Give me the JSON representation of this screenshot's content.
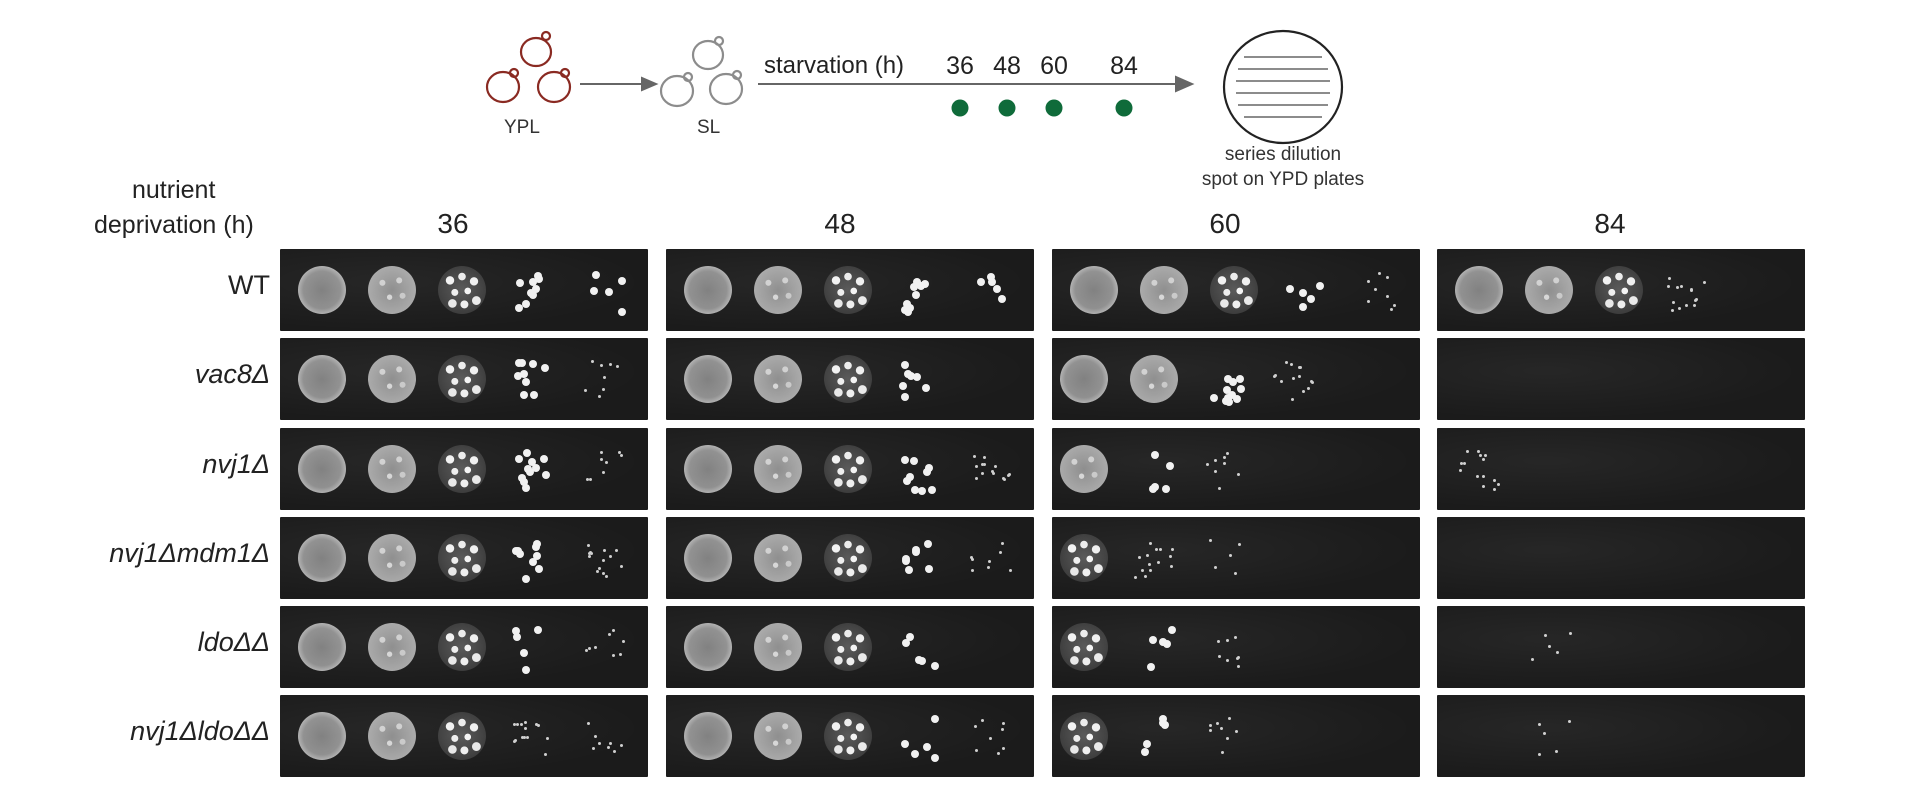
{
  "schematic": {
    "ypl_label": "YPL",
    "sl_label": "SL",
    "starvation_label": "starvation (h)",
    "timepoints": [
      "36",
      "48",
      "60",
      "84"
    ],
    "dot_color": "#0f6b3a",
    "plate_caption_line1": "series dilution",
    "plate_caption_line2": "spot on YPD plates"
  },
  "grid": {
    "axis_label_line1": "nutrient",
    "axis_label_line2": "deprivation (h)",
    "columns": [
      "36",
      "48",
      "60",
      "84"
    ],
    "rows": [
      {
        "label": "WT",
        "italic": false
      },
      {
        "label": "vac8Δ",
        "italic": true
      },
      {
        "label": "nvj1Δ",
        "italic": true
      },
      {
        "label": "nvj1Δmdm1Δ",
        "italic": true
      },
      {
        "label": "ldoΔΔ",
        "italic": true
      },
      {
        "label": "nvj1ΔldoΔΔ",
        "italic": true
      }
    ]
  }
}
